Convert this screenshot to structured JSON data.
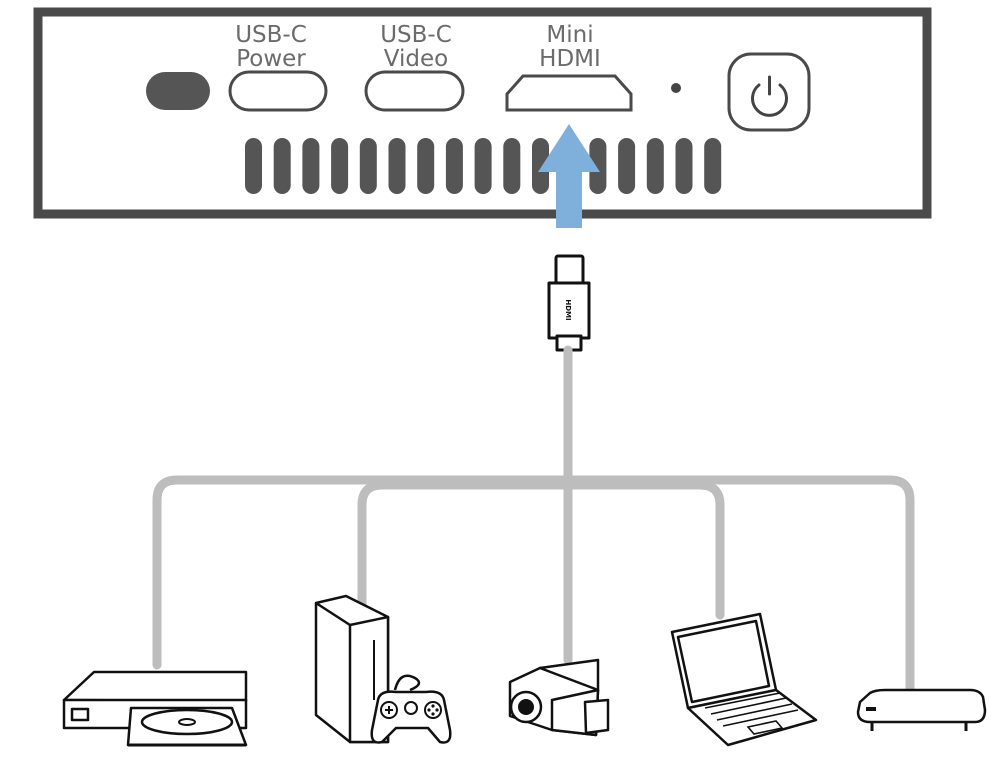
{
  "ports": [
    {
      "line1": "USB-C",
      "line2": "Power"
    },
    {
      "line1": "USB-C",
      "line2": "Video"
    },
    {
      "line1": "Mini",
      "line2": "HDMI"
    }
  ],
  "connector": {
    "plug_text": "HDMI"
  },
  "devices": [
    {
      "icon": "dvd-player-icon"
    },
    {
      "icon": "game-console-icon"
    },
    {
      "icon": "camcorder-icon"
    },
    {
      "icon": "laptop-icon"
    },
    {
      "icon": "set-top-box-icon"
    }
  ],
  "colors": {
    "panel_border": "#4a4a4a",
    "vent": "#555555",
    "label": "#6b6b6b",
    "arrow": "#7fb0dc",
    "cable": "#bdbdbd"
  }
}
